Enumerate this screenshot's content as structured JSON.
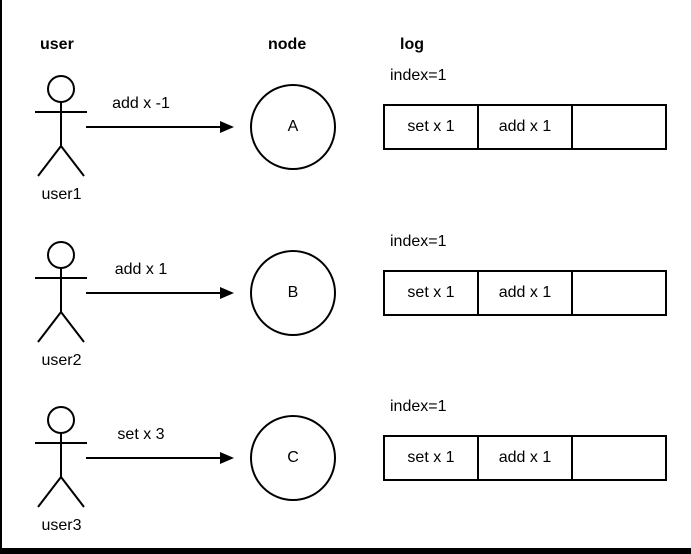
{
  "headers": {
    "user": "user",
    "node": "node",
    "log": "log"
  },
  "rows": [
    {
      "user": "user1",
      "message": "add x -1",
      "node": "A",
      "index_label": "index=1",
      "log_cells": [
        "set x 1",
        "add x 1",
        ""
      ]
    },
    {
      "user": "user2",
      "message": "add x 1",
      "node": "B",
      "index_label": "index=1",
      "log_cells": [
        "set x 1",
        "add x 1",
        ""
      ]
    },
    {
      "user": "user3",
      "message": "set x 3",
      "node": "C",
      "index_label": "index=1",
      "log_cells": [
        "set x 1",
        "add x 1",
        ""
      ]
    }
  ],
  "icons": {
    "user_icon": "stick-figure-icon",
    "arrow_icon": "request-arrow-icon"
  },
  "colors": {
    "stroke": "#000000",
    "text": "#000000",
    "background": "#ffffff"
  }
}
